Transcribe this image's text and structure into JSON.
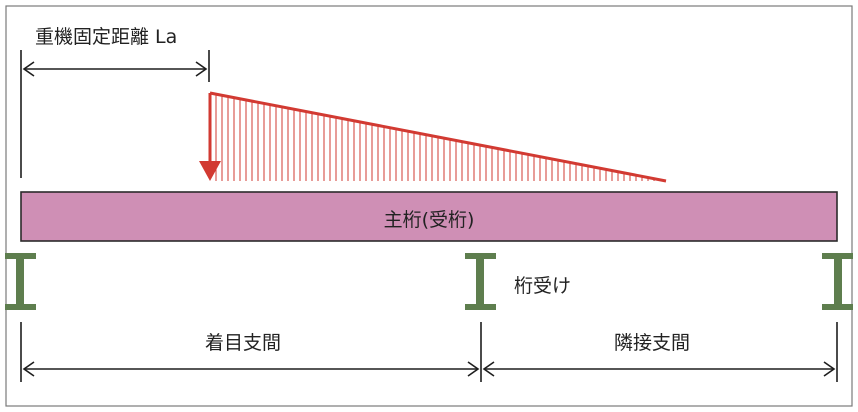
{
  "labels": {
    "crane_fixed_distance": "重機固定距離 La",
    "main_girder": "主桁(受桁)",
    "girder_seat": "桁受け",
    "target_span": "着目支間",
    "adjacent_span": "隣接支間"
  },
  "colors": {
    "frame": "#7a7a7a",
    "girder_fill": "#cf8fb5",
    "girder_stroke": "#2b2b2b",
    "support": "#5e7e4e",
    "load": "#d23a32",
    "dimension": "#1e1e1e"
  },
  "icons": {
    "support": "i-beam-support-icon",
    "point_load": "down-arrow-icon",
    "dimension_arrow": "double-headed-arrow-icon"
  }
}
